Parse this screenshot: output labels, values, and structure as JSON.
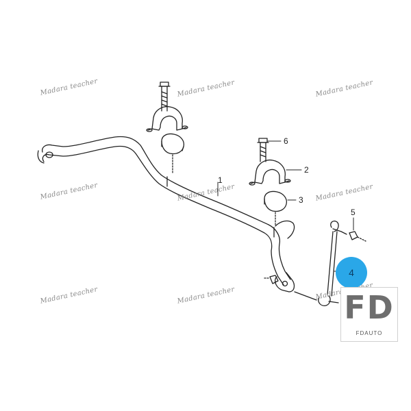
{
  "diagram": {
    "callouts": [
      "1",
      "2",
      "3",
      "4",
      "5",
      "6"
    ],
    "highlighted_callout": "4",
    "highlight_color": "#2aa7e8",
    "line_color": "#222222"
  },
  "watermark": {
    "text": "Madara teacher"
  },
  "logo": {
    "mark": "FD",
    "text": "FDAUTO"
  }
}
